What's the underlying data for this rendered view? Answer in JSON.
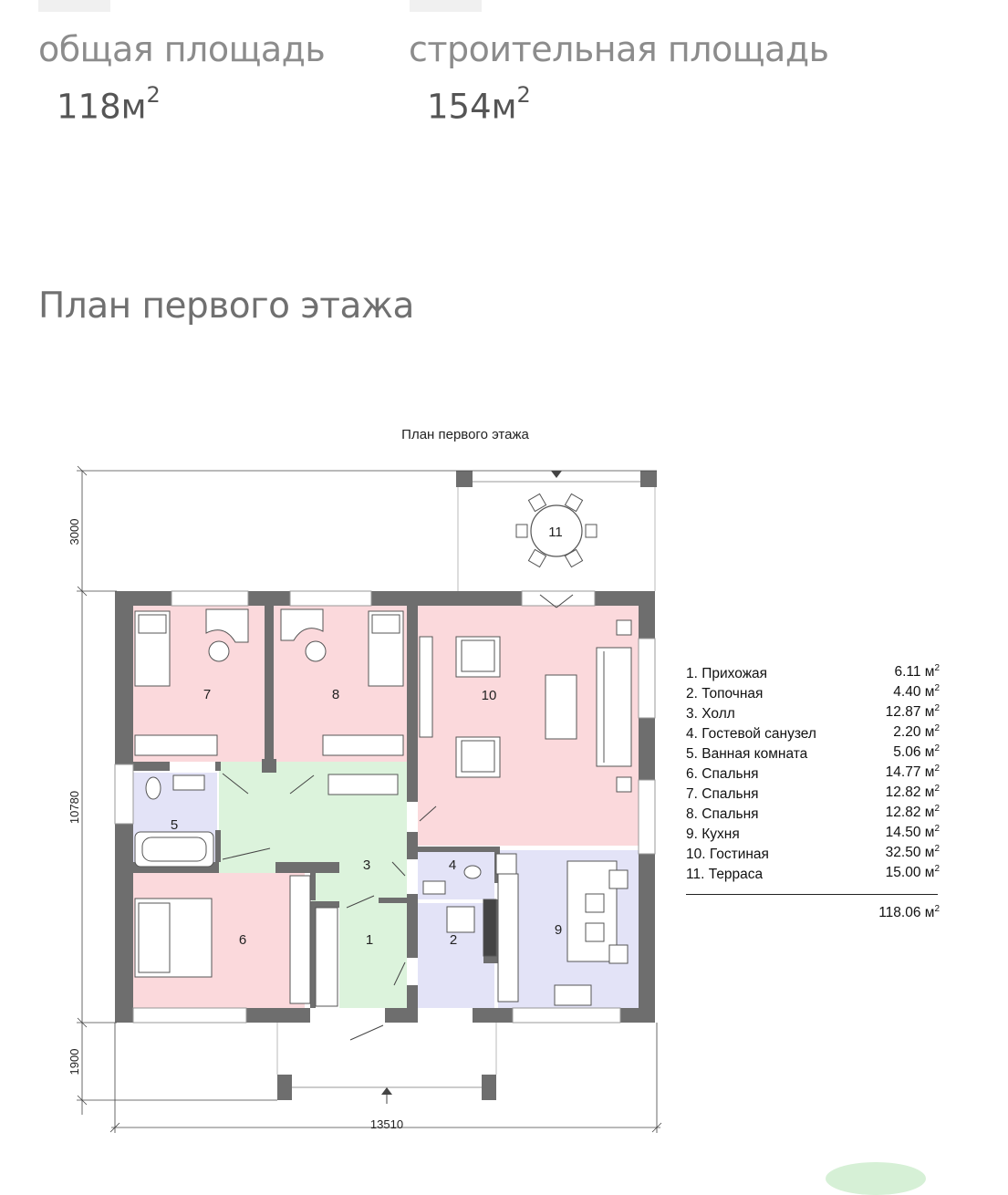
{
  "stats": [
    {
      "label": "общая площадь",
      "value": "118м",
      "unit_power": "2"
    },
    {
      "label": "строительная площадь",
      "value": "154м",
      "unit_power": "2"
    }
  ],
  "heading": "План первого этажа",
  "plan": {
    "title": "План первого этажа",
    "dimensions": {
      "terrace_depth": "3000",
      "house_depth": "10780",
      "porch_depth": "1900",
      "house_width": "13510"
    },
    "room_numbers": [
      "1",
      "2",
      "3",
      "4",
      "5",
      "6",
      "7",
      "8",
      "9",
      "10",
      "11"
    ],
    "colors": {
      "bedroom": "#fbd9dc",
      "hall": "#dcf3dc",
      "service": "#e3e3f7",
      "wall": "#6e6e6e"
    }
  },
  "rooms": [
    {
      "num": "1.",
      "name": "Прихожая",
      "area": "6.11 м",
      "power": "2"
    },
    {
      "num": "2.",
      "name": "Топочная",
      "area": "4.40 м",
      "power": "2"
    },
    {
      "num": "3.",
      "name": "Холл",
      "area": "12.87 м",
      "power": "2"
    },
    {
      "num": "4.",
      "name": "Гостевой санузел",
      "area": "2.20 м",
      "power": "2"
    },
    {
      "num": "5.",
      "name": "Ванная комната",
      "area": "5.06 м",
      "power": "2"
    },
    {
      "num": "6.",
      "name": "Спальня",
      "area": "14.77 м",
      "power": "2"
    },
    {
      "num": "7.",
      "name": "Спальня",
      "area": "12.82 м",
      "power": "2"
    },
    {
      "num": "8.",
      "name": "Спальня",
      "area": "12.82 м",
      "power": "2"
    },
    {
      "num": "9.",
      "name": "Кухня",
      "area": "14.50 м",
      "power": "2"
    },
    {
      "num": "10.",
      "name": "Гостиная",
      "area": "32.50 м",
      "power": "2"
    },
    {
      "num": "11.",
      "name": "Терраса",
      "area": "15.00 м",
      "power": "2"
    }
  ],
  "total": {
    "area": "118.06 м",
    "power": "2"
  }
}
